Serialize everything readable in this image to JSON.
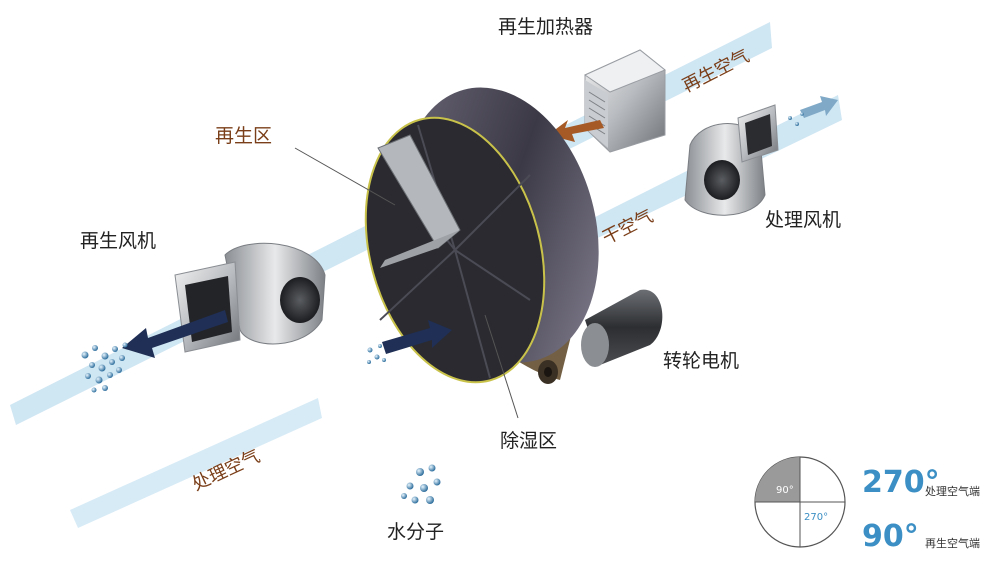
{
  "labels": {
    "regen_heater": "再生加热器",
    "regen_air_top": "再生空气",
    "regen_zone": "再生区",
    "dry_air": "干空气",
    "process_fan": "处理风机",
    "regen_fan": "再生风机",
    "motor": "转轮电机",
    "dehumid_zone": "除湿区",
    "process_air": "处理空气",
    "water_molecule": "水分子"
  },
  "legend": {
    "small_sector": "90°",
    "large_sector": "270°",
    "large_value": "270°",
    "large_caption": "处理空气端",
    "small_value": "90°",
    "small_caption": "再生空气端"
  },
  "colors": {
    "air_band": "#cfe6f3",
    "arrow_dark": "#1f2f55",
    "arrow_hot": "#a65a25",
    "wheel_face": "#2a2a30",
    "belt": "#5b4322",
    "accent_blue": "#3b8fc4",
    "label_brown": "#7a3e18"
  }
}
